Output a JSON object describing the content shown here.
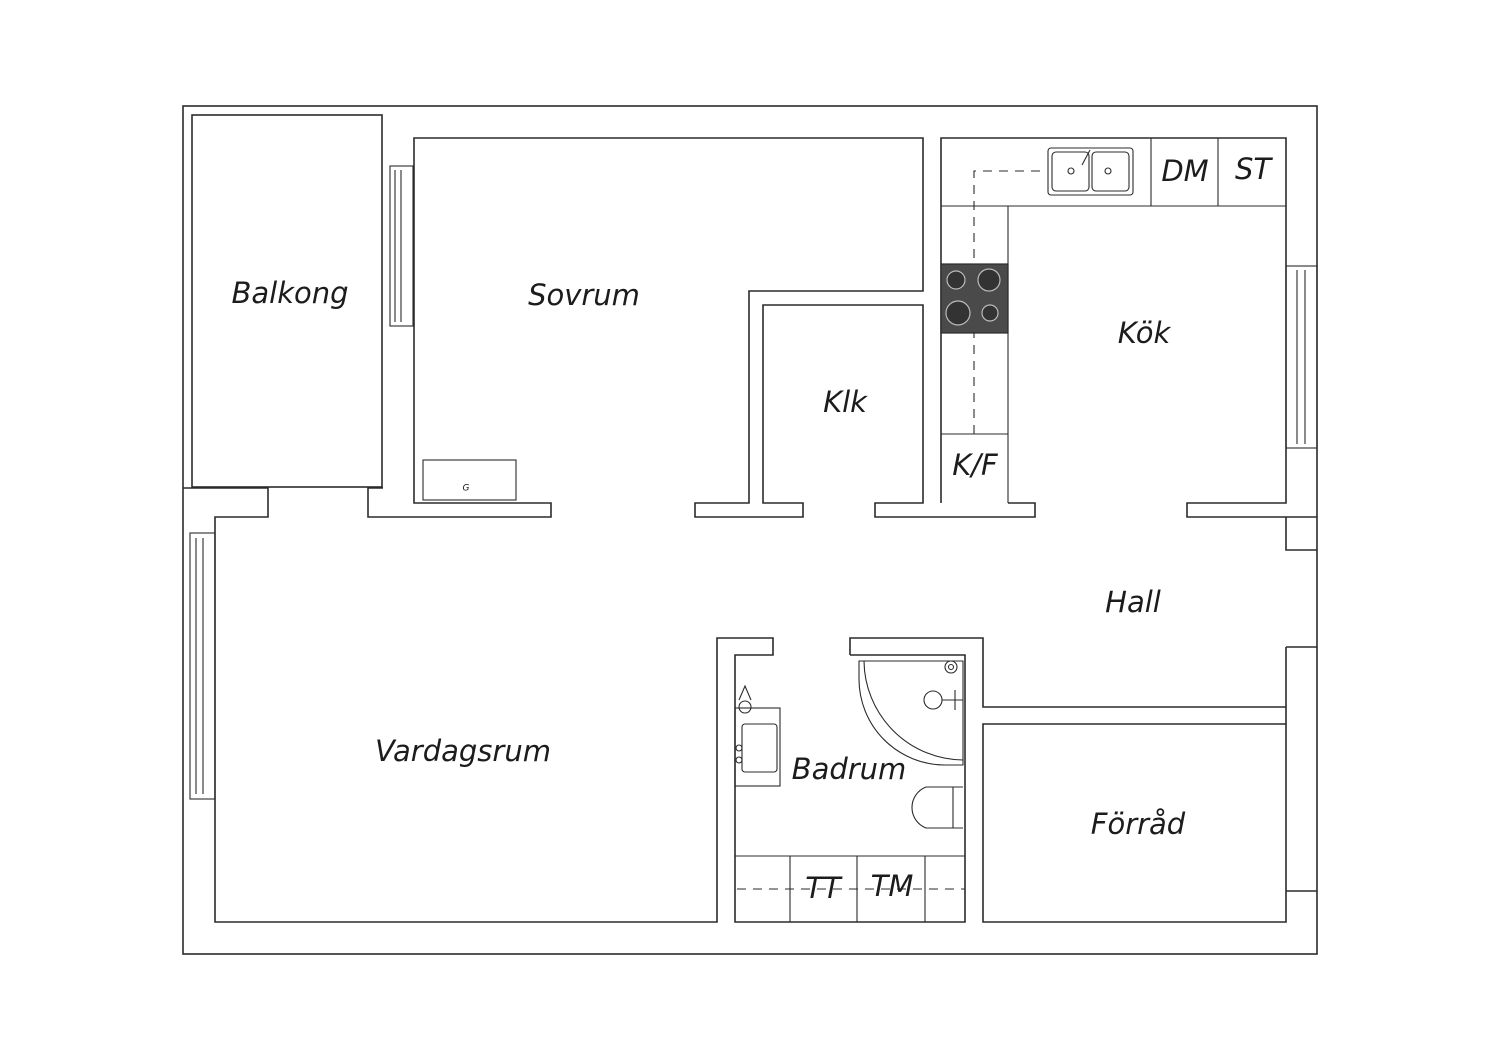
{
  "rooms": {
    "balkong": "Balkong",
    "sovrum": "Sovrum",
    "klk": "Klk",
    "kok": "Kök",
    "hall": "Hall",
    "vardagsrum": "Vardagsrum",
    "badrum": "Badrum",
    "forrad": "Förråd"
  },
  "appliances": {
    "dm": "DM",
    "st": "ST",
    "kf": "K/F",
    "tt": "TT",
    "tm": "TM",
    "g": "G"
  },
  "colors": {
    "wall": "#2b2b2b",
    "stove": "#4a4a4a",
    "background": "#ffffff"
  }
}
